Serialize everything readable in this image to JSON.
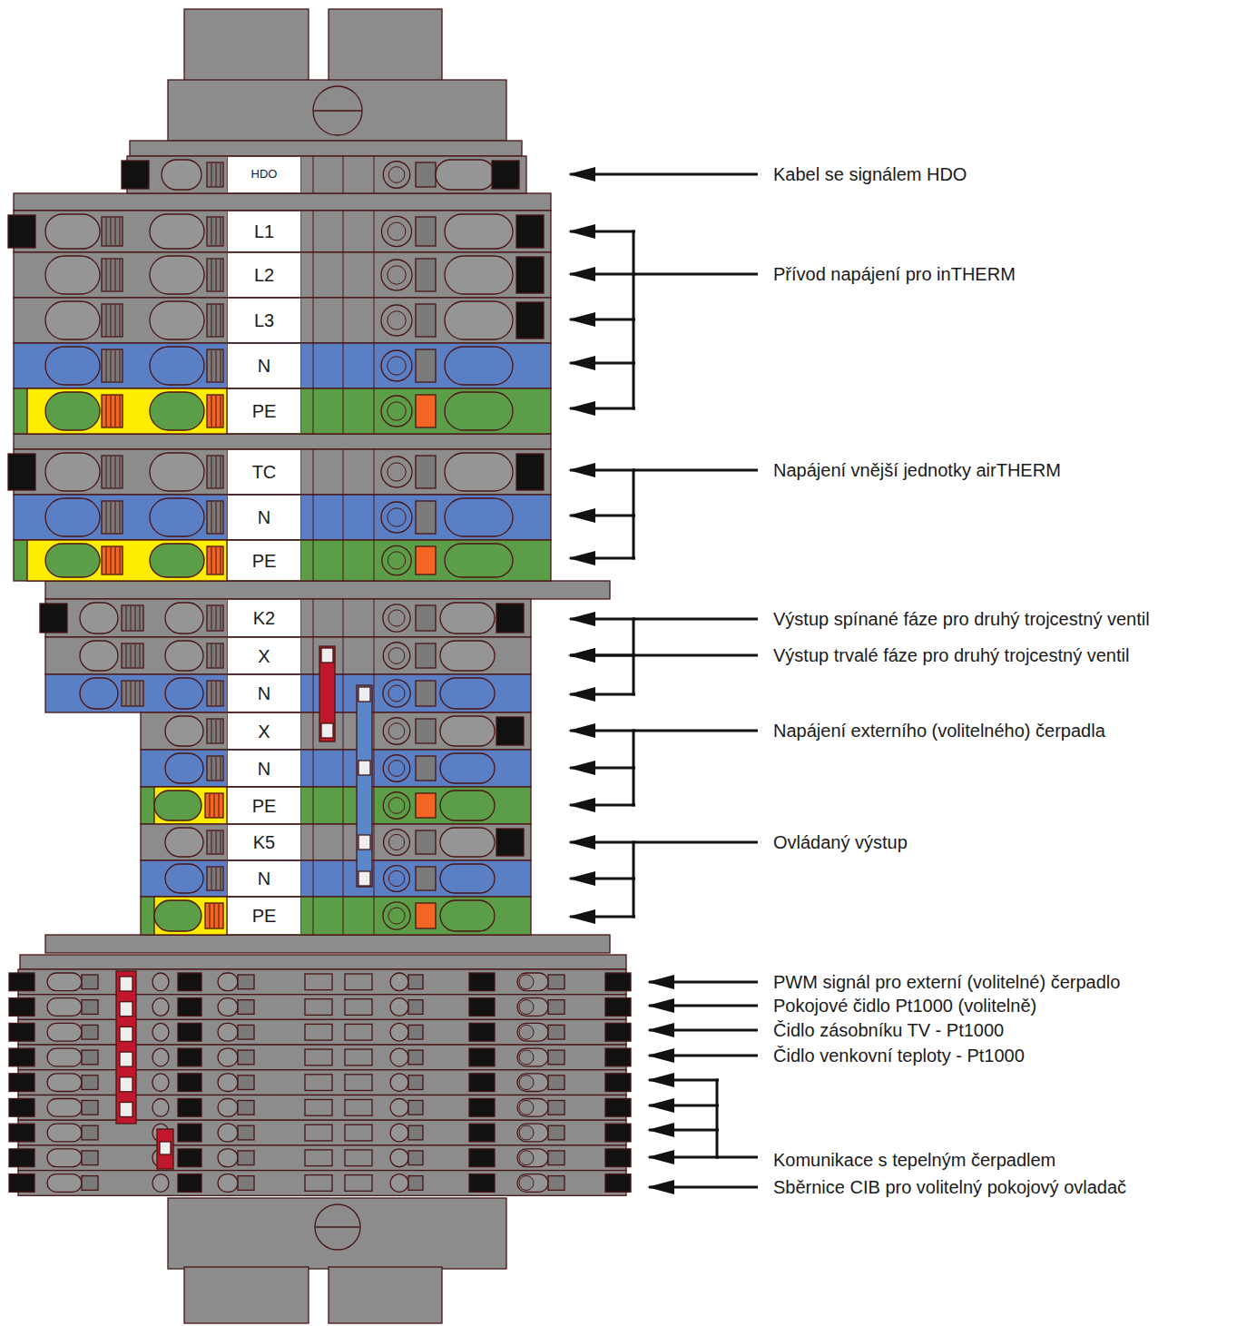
{
  "diagram": {
    "nodes": [
      {
        "text": [
          "HDO"
        ]
      },
      {
        "text": [
          "L1"
        ]
      },
      {
        "text": [
          "L2"
        ]
      },
      {
        "text": [
          "L3"
        ]
      },
      {
        "text": [
          "N"
        ]
      },
      {
        "text": [
          "PE"
        ]
      },
      {
        "text": [
          "TC"
        ]
      },
      {
        "text": [
          "N"
        ]
      },
      {
        "text": [
          "PE"
        ]
      },
      {
        "text": [
          "K2"
        ]
      },
      {
        "text": [
          "X"
        ]
      },
      {
        "text": [
          "N"
        ]
      },
      {
        "text": [
          "X"
        ]
      },
      {
        "text": [
          "N"
        ]
      },
      {
        "text": [
          "PE"
        ]
      },
      {
        "text": [
          "K5"
        ]
      },
      {
        "text": [
          "N"
        ]
      },
      {
        "text": [
          "PE"
        ]
      }
    ],
    "labels": [
      "Kabel se signálem HDO",
      "Přívod napájení pro inTHERM",
      "Napájení vnější jednotky airTHERM",
      "Výstup spínané fáze pro druhý trojcestný ventil",
      "Výstup trvalé fáze pro druhý trojcestný ventil",
      "Napájení externího (volitelného) čerpadla",
      "Ovládaný výstup",
      "PWM signál pro externí (volitelné) čerpadlo",
      "Pokojové čidlo Pt1000 (volitelně)",
      "Čidlo zásobníku TV - Pt1000",
      "Čidlo venkovní teploty - Pt1000",
      "Komunikace s tepelným čerpadlem",
      "Sběrnice CIB pro volitelný pokojový ovladač"
    ]
  }
}
